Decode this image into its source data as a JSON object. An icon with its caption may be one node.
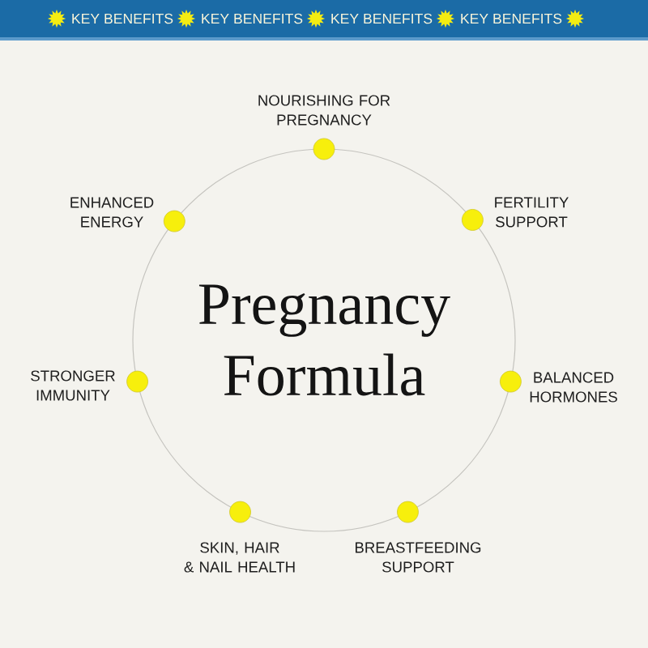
{
  "diagram": {
    "nodes": [
      {
        "text": [
          "Pregnancy Formula"
        ]
      },
      {
        "text": [],
        "shape": "circle",
        "beside": [
          "NOURISHING FOR PREGNANCY"
        ]
      },
      {
        "text": [],
        "shape": "circle",
        "beside": [
          "ENHANCED ENERGY"
        ]
      },
      {
        "text": [],
        "shape": "circle",
        "beside": [
          "FERTILITY SUPPORT"
        ]
      },
      {
        "text": [],
        "shape": "circle",
        "beside": [
          "STRONGER IMMUNITY"
        ]
      },
      {
        "text": [],
        "shape": "circle",
        "beside": [
          "BALANCED HORMONES"
        ]
      },
      {
        "text": [],
        "shape": "circle",
        "beside": [
          "SKIN, HAIR & NAIL HEALTH"
        ]
      },
      {
        "text": [],
        "shape": "circle",
        "beside": [
          "BREASTFEEDING SUPPORT"
        ]
      }
    ],
    "labels": [
      "KEY BENEFITS",
      "KEY BENEFITS",
      "KEY BENEFITS",
      "KEY BENEFITS"
    ]
  }
}
